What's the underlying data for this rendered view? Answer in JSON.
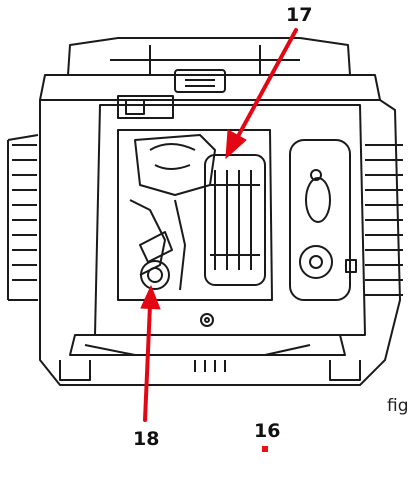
{
  "callouts": {
    "c17": "17",
    "c18": "18",
    "page_number": "16",
    "fig_caption": "fig"
  },
  "colors": {
    "arrow": "#e30613",
    "line": "#1a1a1a",
    "page_mark": "#e30613"
  },
  "icons": [
    "generator-outline",
    "air-filter",
    "spark-plug-cover",
    "fuel-dial"
  ]
}
